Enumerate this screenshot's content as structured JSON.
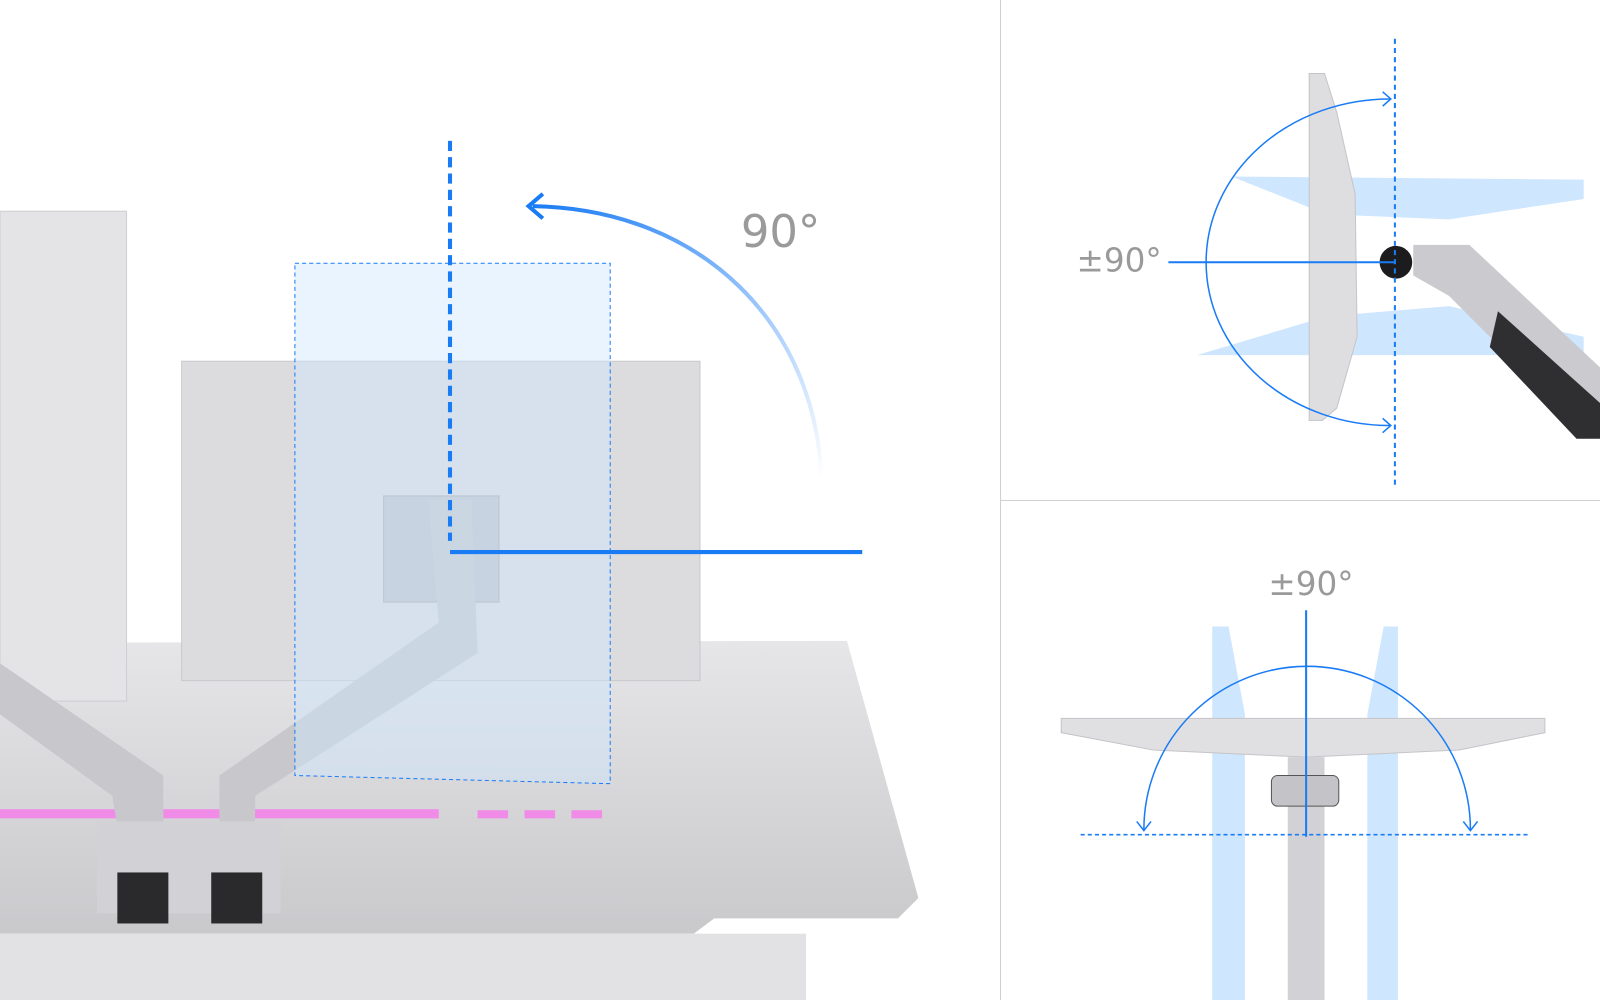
{
  "panels": {
    "main": {
      "label": "90°",
      "description_icon": "rotation-arrow-icon"
    },
    "side": {
      "label": "±90°",
      "description_icon": "tilt-arc-icon"
    },
    "top": {
      "label": "±90°",
      "description_icon": "swivel-arc-icon"
    }
  },
  "colors": {
    "accent": "#1a7cf5",
    "highlight": "#cfe6ff",
    "product": "#d9d9dc",
    "divider": "#d0d0d0"
  }
}
